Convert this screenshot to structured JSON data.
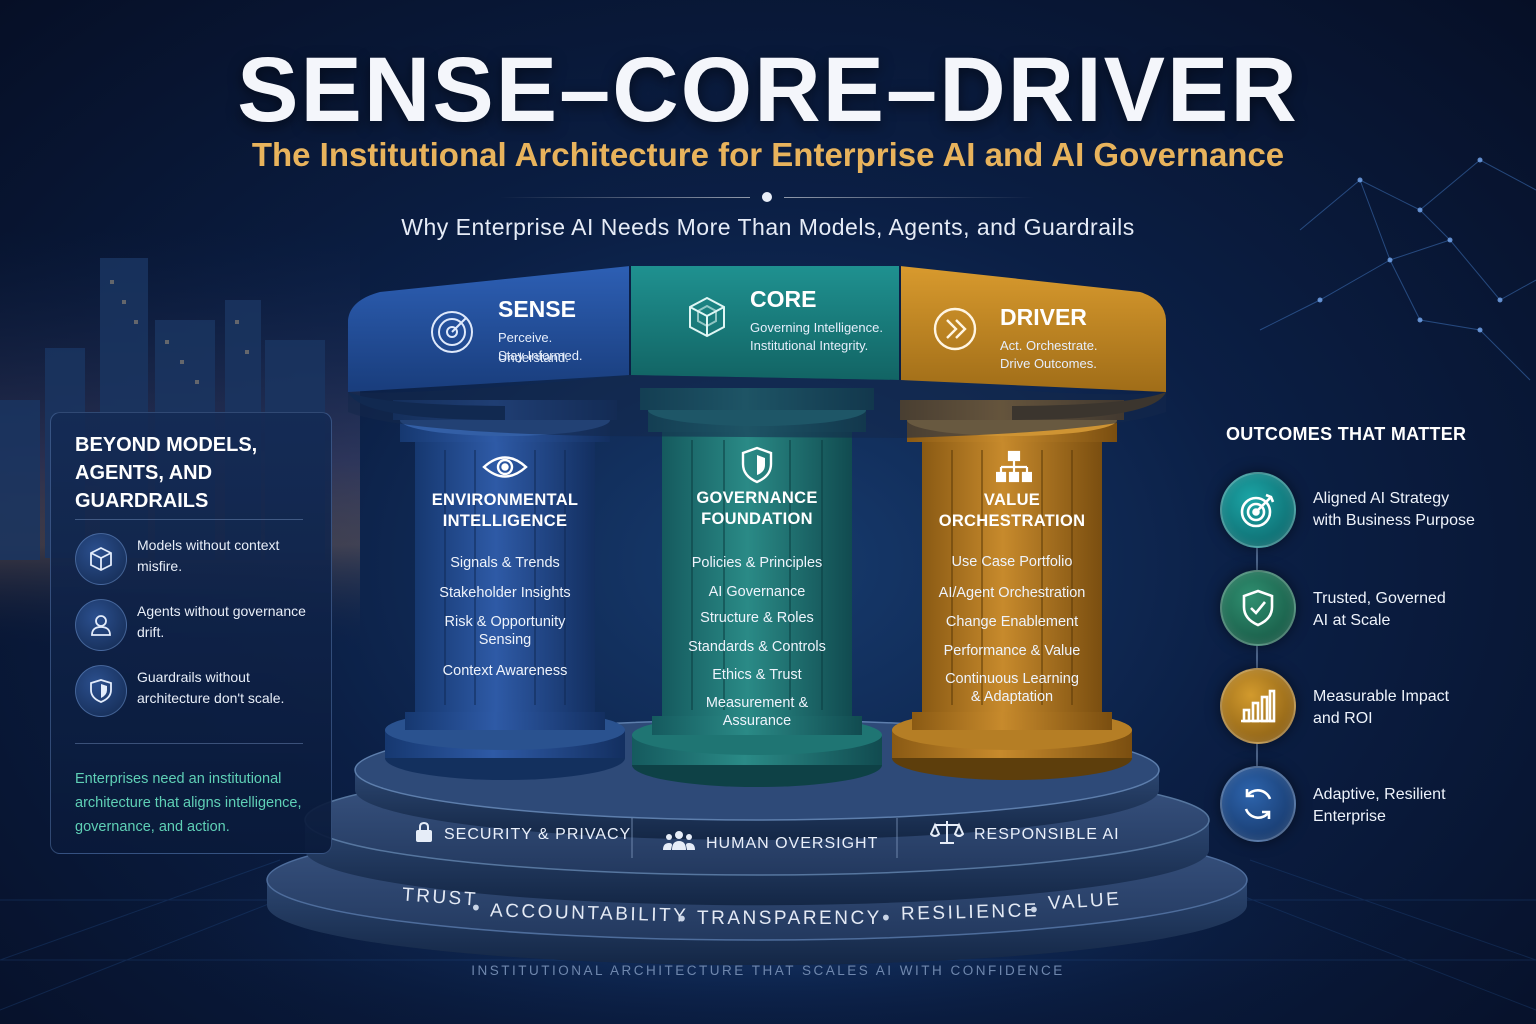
{
  "header": {
    "title": "SENSE–CORE–DRIVER",
    "subtitle": "The Institutional Architecture for Enterprise AI and AI Governance",
    "tagline": "Why Enterprise AI Needs More Than Models, Agents, and Guardrails"
  },
  "left_panel": {
    "title_lines": [
      "BEYOND MODELS,",
      "AGENTS, AND",
      "GUARDRAILS"
    ],
    "items": [
      {
        "icon": "cube-icon",
        "line1": "Models without context",
        "line2": "misfire."
      },
      {
        "icon": "person-icon",
        "line1": "Agents without governance",
        "line2": "drift."
      },
      {
        "icon": "shield-icon",
        "line1": "Guardrails without",
        "line2": "architecture don't scale."
      }
    ],
    "footer_lines": [
      "Enterprises need an institutional",
      "architecture that aligns intelligence,",
      "governance, and action."
    ]
  },
  "capital": {
    "sense": {
      "label": "SENSE",
      "desc1": "Perceive. Understand.",
      "desc2": "Stay Informed.",
      "icon": "radar-icon",
      "color": "#1f4f9c"
    },
    "core": {
      "label": "CORE",
      "desc1": "Governing Intelligence.",
      "desc2": "Institutional Integrity.",
      "icon": "cube-icon",
      "color": "#17807f"
    },
    "driver": {
      "label": "DRIVER",
      "desc1": "Act. Orchestrate.",
      "desc2": "Drive Outcomes.",
      "icon": "fast-forward-icon",
      "color": "#c98a1d"
    }
  },
  "pillars": {
    "sense": {
      "title1": "ENVIRONMENTAL",
      "title2": "INTELLIGENCE",
      "icon": "eye-icon",
      "items": [
        "Signals & Trends",
        "Stakeholder Insights",
        "Risk & Opportunity",
        "Sensing",
        "Context Awareness"
      ]
    },
    "core": {
      "title1": "GOVERNANCE",
      "title2": "FOUNDATION",
      "icon": "shield-icon",
      "items": [
        "Policies & Principles",
        "AI Governance",
        "Structure & Roles",
        "Standards & Controls",
        "Ethics & Trust",
        "Measurement &",
        "Assurance"
      ]
    },
    "driver": {
      "title1": "VALUE",
      "title2": "ORCHESTRATION",
      "icon": "org-chart-icon",
      "items": [
        "Use Case Portfolio",
        "AI/Agent Orchestration",
        "Change Enablement",
        "Performance & Value",
        "Continuous Learning",
        "& Adaptation"
      ]
    }
  },
  "base": {
    "tier1": [
      {
        "icon": "lock-icon",
        "label": "SECURITY & PRIVACY"
      },
      {
        "icon": "people-icon",
        "label": "HUMAN OVERSIGHT"
      },
      {
        "icon": "scales-icon",
        "label": "RESPONSIBLE AI"
      }
    ],
    "values": [
      "TRUST",
      "ACCOUNTABILITY",
      "TRANSPARENCY",
      "RESILIENCE",
      "VALUE"
    ],
    "footer": "INSTITUTIONAL ARCHITECTURE THAT SCALES AI WITH CONFIDENCE"
  },
  "outcomes": {
    "title": "OUTCOMES THAT MATTER",
    "items": [
      {
        "icon": "target-icon",
        "line1": "Aligned AI Strategy",
        "line2": "with Business Purpose",
        "color": "#137f84"
      },
      {
        "icon": "shield-check-icon",
        "line1": "Trusted, Governed",
        "line2": "AI at Scale",
        "color": "#1f6e57"
      },
      {
        "icon": "bar-chart-icon",
        "line1": "Measurable Impact",
        "line2": "and ROI",
        "color": "#a67517"
      },
      {
        "icon": "cycle-icon",
        "line1": "Adaptive, Resilient",
        "line2": "Enterprise",
        "color": "#1e4d8a"
      }
    ]
  }
}
